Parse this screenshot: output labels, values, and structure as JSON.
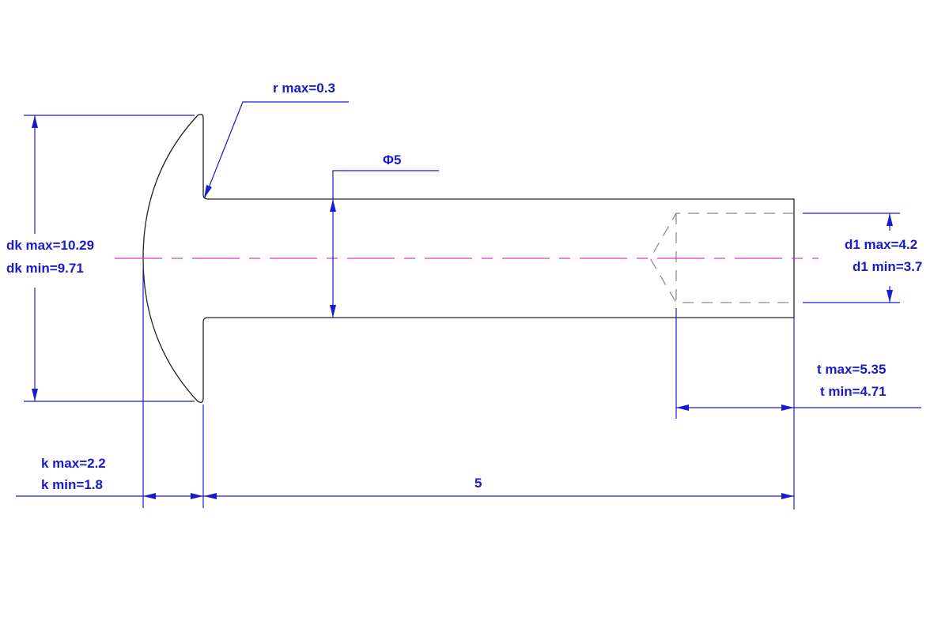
{
  "drawing": {
    "r_label": "r max=0.3",
    "phi_label": "Φ5",
    "dk_max": "dk max=10.29",
    "dk_min": "dk min=9.71",
    "d1_max": "d1 max=4.2",
    "d1_min": "d1 min=3.7",
    "t_max": "t max=5.35",
    "t_min": "t min=4.71",
    "k_max": "k max=2.2",
    "k_min": "k min=1.8",
    "length_label": "5"
  },
  "colors": {
    "dimension": "#1a1ad0",
    "centerline": "#e030e0",
    "object": "#222222",
    "hidden": "#888888"
  }
}
